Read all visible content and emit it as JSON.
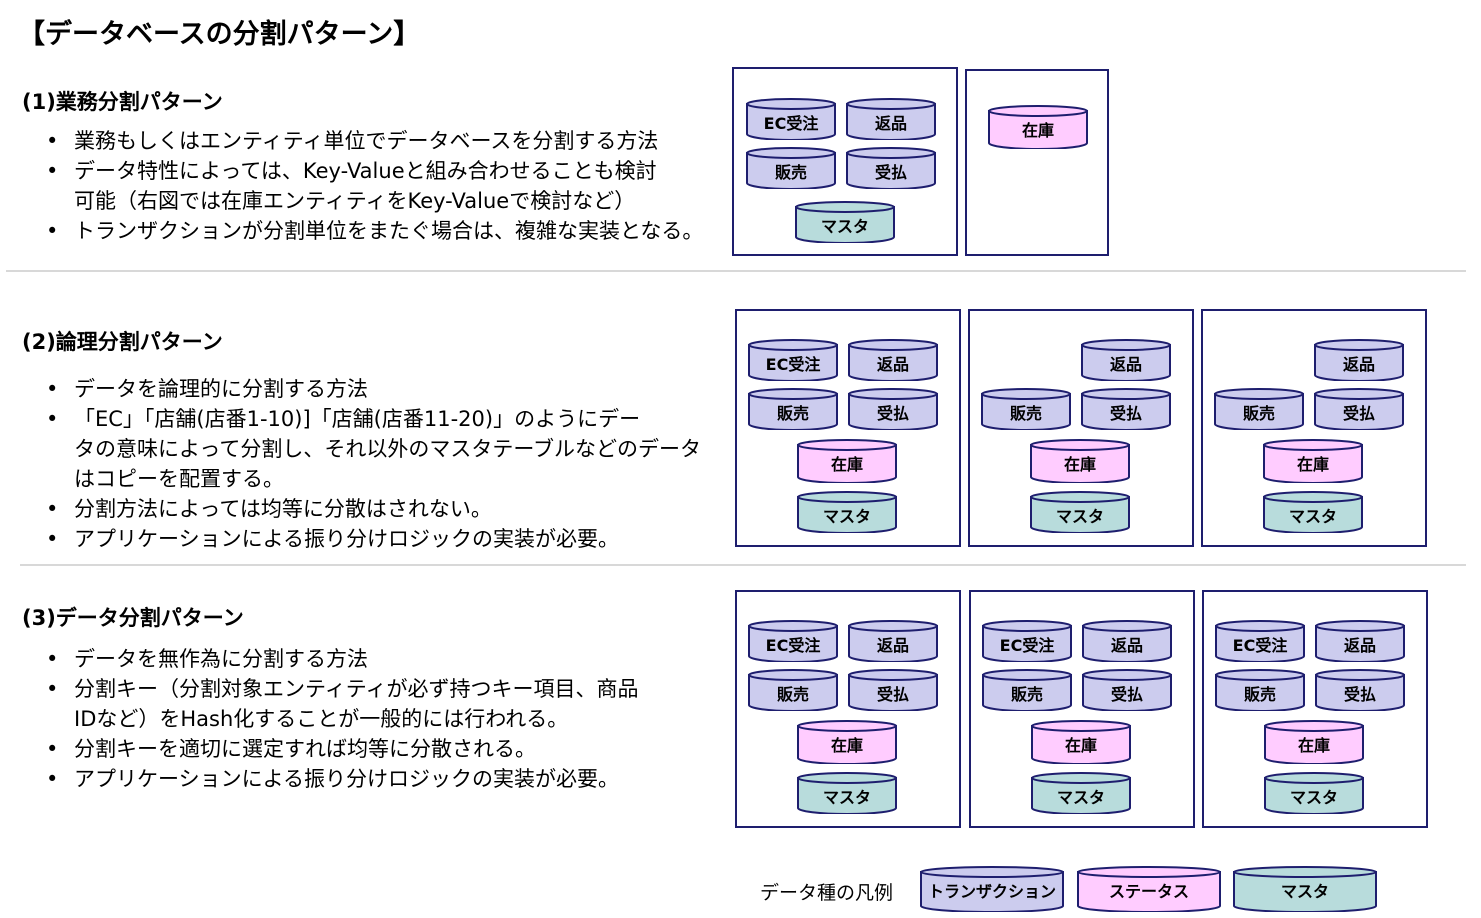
{
  "title": "【データベースの分割パターン】",
  "colors": {
    "transaction": "#ccccee",
    "status": "#ffccff",
    "master": "#b8dcdc",
    "border": "#1e1e6e"
  },
  "sections": [
    {
      "heading": "(1)業務分割パターン",
      "bullets": [
        [
          "業務もしくはエンティティ単位でデータベースを分割する方法"
        ],
        [
          "データ特性によっては、Key-Valueと組み合わせることも検討",
          "可能（右図では在庫エンティティをKey-Valueで検討など）"
        ],
        [
          "トランザクションが分割単位をまたぐ場合は、複雑な実装となる。"
        ]
      ]
    },
    {
      "heading": "(2)論理分割パターン",
      "bullets": [
        [
          "データを論理的に分割する方法"
        ],
        [
          "「EC」「店舗(店番1-10)]「店舗(店番11-20)」のようにデー",
          "タの意味によって分割し、それ以外のマスタテーブルなどのデータ",
          "はコピーを配置する。"
        ],
        [
          "分割方法によっては均等に分散はされない。"
        ],
        [
          "アプリケーションによる振り分けロジックの実装が必要。"
        ]
      ]
    },
    {
      "heading": "(3)データ分割パターン",
      "bullets": [
        [
          "データを無作為に分割する方法"
        ],
        [
          "分割キー（分割対象エンティティが必ず持つキー項目、商品",
          "IDなど）をHash化することが一般的には行われる。"
        ],
        [
          "分割キーを適切に選定すれば均等に分散される。"
        ],
        [
          "アプリケーションによる振り分けロジックの実装が必要。"
        ]
      ]
    }
  ],
  "entities": {
    "ec_order": "EC受注",
    "returns": "返品",
    "sales": "販売",
    "receipts": "受払",
    "inventory": "在庫",
    "master": "マスタ"
  },
  "legend": {
    "label": "データ種の凡例",
    "items": [
      "トランザクション",
      "ステータス",
      "マスタ"
    ]
  }
}
